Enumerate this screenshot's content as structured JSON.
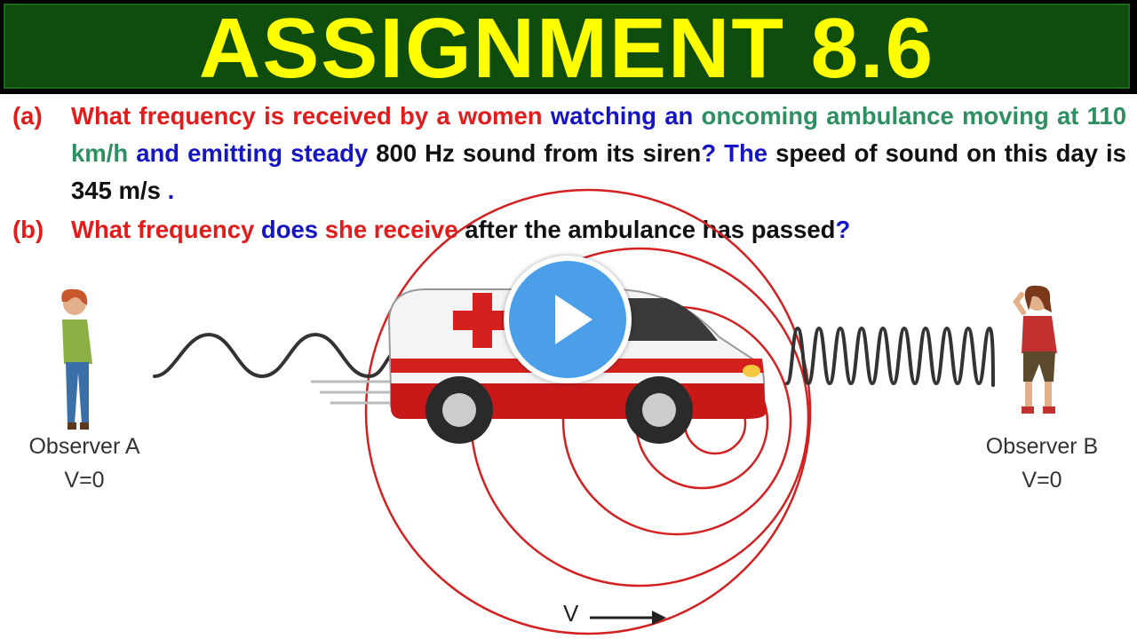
{
  "banner": {
    "title": "ASSIGNMENT 8.6"
  },
  "question_a": {
    "label": "(a)",
    "segments": [
      {
        "text": "What frequency is received by a women ",
        "color": "red"
      },
      {
        "text": "watching an ",
        "color": "blue"
      },
      {
        "text": "oncoming ambulance moving at 110 km/h ",
        "color": "green"
      },
      {
        "text": "and emitting steady ",
        "color": "blue"
      },
      {
        "text": "800 Hz sound from its siren",
        "color": "black"
      },
      {
        "text": "? The ",
        "color": "blue"
      },
      {
        "text": "speed of sound on this day is 345 m/s ",
        "color": "black"
      },
      {
        "text": ".",
        "color": "blue"
      }
    ]
  },
  "question_b": {
    "label": "(b)",
    "segments": [
      {
        "text": "What frequency ",
        "color": "red"
      },
      {
        "text": "does ",
        "color": "blue"
      },
      {
        "text": "she receive ",
        "color": "red"
      },
      {
        "text": "after the ambulance has passed",
        "color": "black"
      },
      {
        "text": "?",
        "color": "blue"
      }
    ]
  },
  "observer_a": {
    "name": "Observer A",
    "velocity": "V=0"
  },
  "observer_b": {
    "name": "Observer B",
    "velocity": "V=0"
  },
  "velocity_label": "V",
  "colors": {
    "banner_bg": "#0f4d0f",
    "banner_text": "#ffff00",
    "wave_rings": "#d42020",
    "play_button": "#4a9fe8"
  },
  "icons": {
    "play": "play-icon",
    "velocity_arrow": "right-arrow-icon"
  }
}
